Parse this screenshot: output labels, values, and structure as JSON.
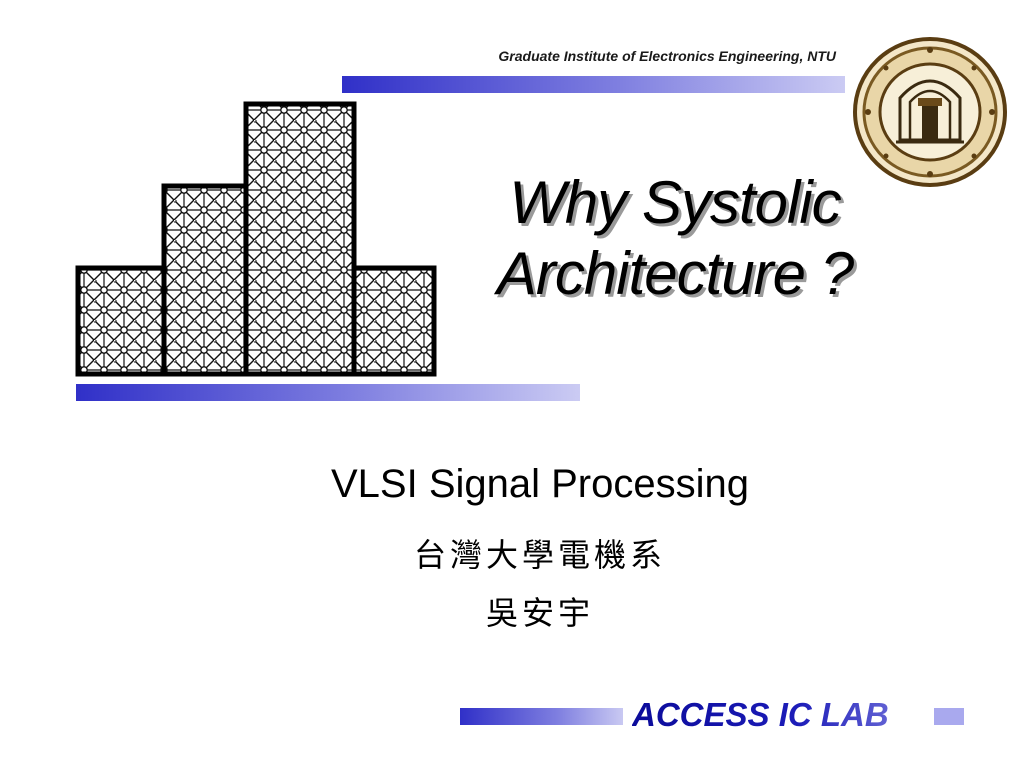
{
  "slide": {
    "header": "Graduate Institute of Electronics Engineering, NTU",
    "title_line1": "Why Systolic",
    "title_line2": "Architecture ?",
    "subtitle": "VLSI Signal Processing",
    "department": "台灣大學電機系",
    "author": "吳安宇",
    "footer_lab": "ACCESS IC LAB"
  },
  "colors": {
    "bar_dark": "#3030c8",
    "bar_light": "#cbcbf3",
    "lab_text": "#1c1cb8",
    "seal_ring": "#8a6a2a"
  },
  "graphics": {
    "building_art": "systolic-array-lattice-icon",
    "university_seal": "ntu-seal-icon"
  }
}
